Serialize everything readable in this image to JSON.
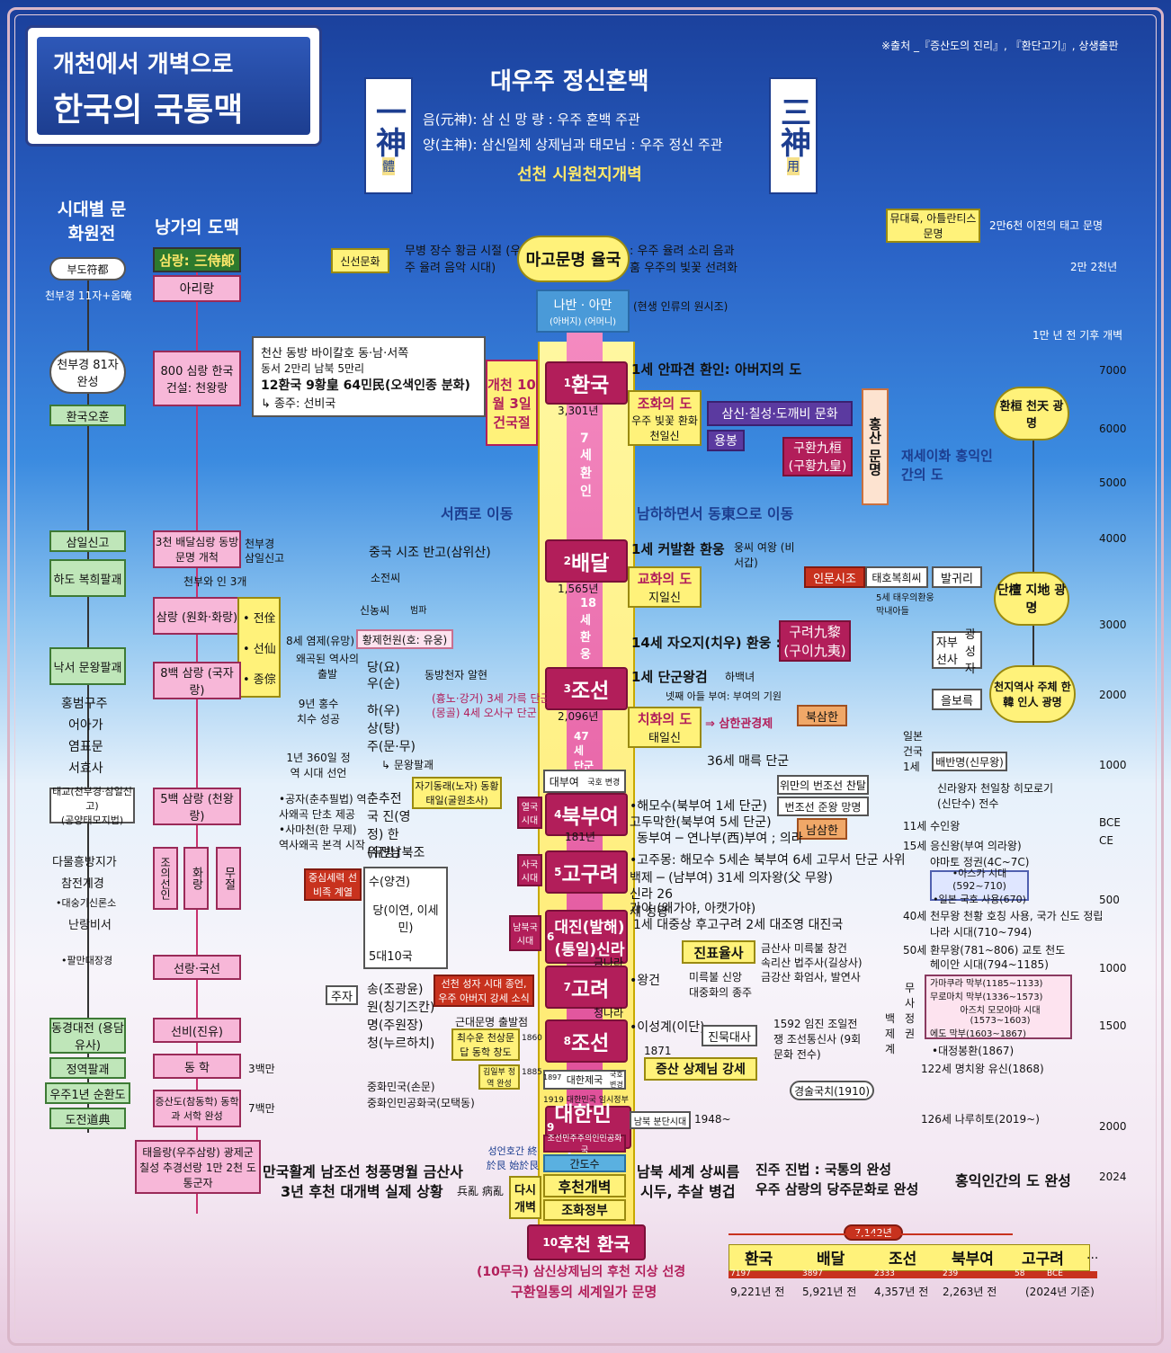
{
  "title": {
    "line1": "개천에서 개벽으로",
    "line2": "한국의 국통맥"
  },
  "source": "※출처 _『증산도의 진리』, 『환단고기』, 상생출판",
  "header": {
    "center_title": "대우주 정신혼백",
    "left_char": "一神",
    "left_sub": "體",
    "right_char": "三神",
    "right_sub": "用",
    "line1": "음(元神): 삼 신 망 량 : 우주 혼백 주관",
    "line2": "양(主神): 삼신일체 상제님과 태모님 : 우주 정신 주관",
    "line3": "선천 시원천지개벽"
  },
  "right_top": {
    "box": "뮤대륙, 아틀란티스 문명",
    "label1": "2만6천 이전의 태고 문명",
    "label2": "2만 2천년",
    "label3": "1만 년 전 기후 개벽"
  },
  "years": [
    "7000",
    "6000",
    "5000",
    "4000",
    "3000",
    "2000",
    "1000",
    "BCE",
    "CE",
    "500",
    "1000",
    "1500",
    "2000",
    "2024"
  ],
  "left_col": {
    "header": "시대별 문화원전",
    "items": [
      "부도符都",
      "천부경 11자+옴唵",
      "천부경 81자 완성",
      "환국오훈",
      "삼일신고",
      "하도 복희팔괘",
      "낙서 문왕팔괘",
      "홍범구주",
      "어아가",
      "염표문",
      "서효사",
      "태교(천부경·삼일신고)",
      "(공양태모지법)",
      "다물흥방지가",
      "참전계경",
      "•대숭기신론소",
      "난랑비서",
      "•팔만대장경",
      "동경대전 (용담유사)",
      "정역팔괘",
      "우주1년 순환도",
      "도전道典"
    ]
  },
  "second_col": {
    "header": "낭가의 도맥",
    "items": [
      "삼랑: 三侍郞",
      "아리랑",
      "800 심랑 한국 건설: 천왕랑",
      "3천 배달심랑 동방 문명 개척",
      "천부경",
      "삼일신고",
      "천부와 인 3개",
      "삼랑 (원화·화랑)",
      "• 전佺",
      "• 선仙",
      "• 종倧",
      "8백 삼랑 (국자랑)",
      "5백 삼랑 (천왕랑)",
      "조의선인",
      "화랑",
      "무절",
      "선랑·국선",
      "선비(진유)",
      "동 학",
      "3백만",
      "증산도(참동학) 동학과 서학 완성",
      "7백만",
      "태을랑(우주삼랑) 광제군 칠성 추경선랑 1만 2천 도통군자"
    ]
  },
  "top_mid": {
    "sinseon": "신선문화",
    "mubyeong": "무병 장수 황금 시절 (우주 율려 음악 시대)",
    "mago": "마고문명 율국",
    "mago_desc": ": 우주 율려 소리 음과 훔 우주의 빛꽃 선려화",
    "naban": "나반 · 아만",
    "naban_sub": "(아버지) (어머니)",
    "naban_note": "(현생 인류의 원시조)",
    "baikal1": "천산 동방 바이칼호 동·남·서쪽",
    "baikal2": "동서 2만리 남북 5만리",
    "baikal3": "12환국 9황皇 64민民(오색인종 분화)",
    "baikal4": "↳ 종주: 선비국"
  },
  "gaecheon": "개천 10월 3일 건국절",
  "eras": [
    {
      "num": "1",
      "name": "환국",
      "years": "3,301년"
    },
    {
      "num": "2",
      "name": "배달",
      "years": "1,565년"
    },
    {
      "num": "3",
      "name": "조선",
      "years": "2,096년"
    },
    {
      "num": "4",
      "name": "북부여",
      "years": "181년"
    },
    {
      "num": "5",
      "name": "고구려",
      "years": ""
    },
    {
      "num": "6",
      "name": "대진(발해) (통일)신라",
      "years": ""
    },
    {
      "num": "7",
      "name": "고려",
      "years": ""
    },
    {
      "num": "8",
      "name": "조선",
      "years": ""
    },
    {
      "num": "9",
      "name": "대한민국",
      "years": ""
    },
    {
      "num": "10",
      "name": "후천 환국",
      "years": ""
    }
  ],
  "stem_labels": {
    "hwanin": "7세 환인",
    "hwanung": "18세 환웅",
    "dangun": "47세 단군",
    "daebuyeo": "대부여",
    "gukho": "국호 변경",
    "yeolguk": "열국 시대",
    "sagug": "사국 시대",
    "nambuk": "남북국 시대",
    "geumnara": "금나라",
    "cheongnara": "청나라",
    "daehan": "대한제국",
    "gukho2": "국호 변경",
    "y1897": "1897",
    "y1919": "1919 대한민국 임시정부",
    "nambuk_bundan": "남북 분단시대",
    "y1948": "1948~",
    "joseon_minju": "조선민주주의인민공화국",
    "gando": "간도수",
    "dasi": "다시 개벽",
    "hucheon": "후천개벽",
    "johwa": "조화정부"
  },
  "right_mid": {
    "anpagyeon": "1세 안파견 환인: 아버지의 도",
    "johwa": "조화의 도",
    "johwa_desc": "우주 빛꽃 환화 천일신",
    "samsin": "삼신·칠성·도깨비 문화",
    "yongbong": "용봉",
    "hongsan": "홍산 문명",
    "guhwan": "구환九桓 (구황九皇)",
    "jaese": "재세이화 홍익인간의 도",
    "hwan": "환桓 천天 광명",
    "seomyeong": "서西로 이동",
    "namha": "남하하면서 동東으로 이동",
    "geobal": "1세 커발환 환웅",
    "ungssi": "웅씨 여왕 (비서갑)",
    "gyohwa": "교화의 도",
    "jiil": "지일신",
    "inmun": "인문시조",
    "taeho": "태호복희씨",
    "taeho_desc": "5세 태우의환웅 막내아들",
    "balgwi": "발귀리",
    "jabu": "자부선사",
    "gwangseong": "광성자",
    "eulbo": "을보륵",
    "dan": "단檀 지地 광명",
    "jaoji": "14세 자오지(치우) 환웅 :",
    "guryeo": "구려九黎 (구이九夷)",
    "dangun": "1세 단군왕검",
    "habaek": "하백녀",
    "net": "넷째 아들 부여: 부여의 기원",
    "chihwa": "치화의 도",
    "taeil": "태일신",
    "samhan": "⇒ 삼한관경제",
    "buksamhan": "북삼한",
    "cheonji": "천지역사 주체 한韓 인人 광명",
    "maerik": "36세 매륵 단군",
    "ilbon": "일본 건국 1세",
    "baebanmyeong": "배반명(신무왕)",
    "wiman": "위만의 번조선 찬탈",
    "beonjo": "번조선 준왕 망명",
    "namsamhan": "남삼한",
    "haemosu": "•해모수(북부여 1세 단군)",
    "godumak": "고두막한(북부여 5세 단군)",
    "dongbuyeo": "동부여 ─ 연나부(西)부여 ; 의라",
    "silla_wang": "신라왕자 천일창 히모로기(신단수) 전수",
    "suin": "11세 수인왕",
    "eungsin": "15세 응신왕(부여 의라왕)",
    "yamato": "야마토 정권(4C~7C)",
    "gojumong": "•고주몽: 해모수 5세손 북부여 6세 고무서 단군 사위",
    "baekje": "백제 ─ (남부여) 31세 의자왕(父 무왕)",
    "silla": "신라 26세 성왕",
    "gaya": "가야 (왜가야, 아캣가야)",
    "asuka": "•아스카 시대(592~710)",
    "ilbon_guk": "•일본 국호 사용(670)",
    "daejungsang": "1세 대중상 후고구려 2세 대조영 대진국",
    "cheonmu": "40세 천무왕 천황 호칭 사용, 국가 신도 정립",
    "nara": "나라 시대(710~794)",
    "jinpyo": "진표율사",
    "geumsan": "금산사 미륵불 창건",
    "songni": "속리산 법주사(길상사)",
    "geumgang": "금강산 화엄사, 발연사",
    "mireuk": "미륵불 신앙 대중화의 종주",
    "hwanmu": "50세 환무왕(781~806) 교토 천도",
    "heian": "헤이안 시대(794~1185)",
    "wanggeon": "•왕건",
    "musa": "무사 정권",
    "baekje_gye": "백제계",
    "kamakura": "가마쿠라 막부(1185~1133)",
    "muromachi": "무로마치 막부(1336~1573)",
    "azuchi": "아즈치 모모야마 시대(1573~1603)",
    "edo": "에도 막부(1603~1867)",
    "iseonggye": "•이성계(이단)",
    "jinmuk": "진묵대사",
    "imjin": "1592 임진 조일전쟁 조선통신사 (9회 문화 전수)",
    "daejeong": "•대정봉환(1867)",
    "meiji": "122세 명치왕 유신(1868)",
    "y1871": "1871",
    "jeungsan": "증산 상제님 강세",
    "gyeongsul": "경술국치(1910)",
    "naru": "126세 나루히토(2019~)"
  },
  "left_mid": {
    "banggo": "중국 시조 반고(삼위산)",
    "sojeon": "소전씨",
    "sinnong": "신농씨",
    "beompa": "범파",
    "yeomje": "8세 염제(유망)",
    "hwangje": "황제헌원(호: 유웅)",
    "waegok": "왜곡된 역사의 출발",
    "dang": "당(요)",
    "u": "우(순)",
    "dongbang": "동방천자 알현",
    "hyungno": "(흉노·강거) 3세 가륵 단군",
    "monggol": "(몽골) 4세 오사구 단군",
    "gunyeon": "9년 홍수 치수 성공",
    "ha": "하(우)",
    "sang": "상(탕)",
    "ju": "주(문·무)",
    "munwang": "↳ 문왕팔괘",
    "jeongyeok": "1년 360일 정역 시대 선언",
    "chunchu": "춘추전국 진(영정) 한(유방)",
    "jagi": "자기동래(노자) 동황태일(굴원초사)",
    "gongja": "•공자(춘추필법) 역사왜곡 단초 제공",
    "samacheon": "•사마천(한 무제) 역사왜곡 본격 시작",
    "wijin": "위진남북조",
    "jungsim": "중심세력 선비족 계열",
    "su": "수(양견)",
    "dang2": "당(이연, 이세민)",
    "odae": "5대10국",
    "juja": "주자",
    "song": "송(조광윤)",
    "won": "원(칭기즈칸)",
    "myeong": "명(주원장)",
    "cheong": "청(누르하치)",
    "seoncheon": "선천 성자 시대 종언, 우주 아버지 강세 소식",
    "geundae": "근대문명 출발점",
    "choesu": "최수운 천상문답 동학 창도",
    "y1860": "1860",
    "gimilbu": "김일부 정역 완성",
    "y1885": "1885",
    "junghwa": "중화민국(손문)",
    "junghwa_in": "중화인민공화국(모택동)"
  },
  "bottom": {
    "mangug": "만국활계 남조선 청풍명월 금산사",
    "samnyeon": "3년 후천 대개벽 실제 상황",
    "byeongnan": "兵亂 病亂",
    "seongeon": "성언호간 終於艮 始於艮",
    "nambuk_se": "남북 세계 상씨름",
    "sidu": "시두, 추살 병겁",
    "jinju": "진주 진법 : 국통의 완성",
    "ujusamrang": "우주 삼랑의 당주문화로 완성",
    "hongik": "홍익인간의 도 완성",
    "hucheon_sub1": "(10무극) 삼신상제님의 후천 지상 선경",
    "hucheon_sub2": "구환일통의 세계일가 문명"
  },
  "timeline": {
    "total": "7,142년",
    "items": [
      {
        "name": "환국",
        "start": "7197",
        "ago": "9,221년 전"
      },
      {
        "name": "배달",
        "start": "3897",
        "ago": "5,921년 전"
      },
      {
        "name": "조선",
        "start": "2333",
        "ago": "4,357년 전"
      },
      {
        "name": "북부여",
        "start": "239",
        "ago": "2,263년 전"
      },
      {
        "name": "고구려",
        "start": "58",
        "ago": "(2024년 기준)"
      }
    ],
    "bce": "BCE",
    "ellipsis": "..."
  }
}
